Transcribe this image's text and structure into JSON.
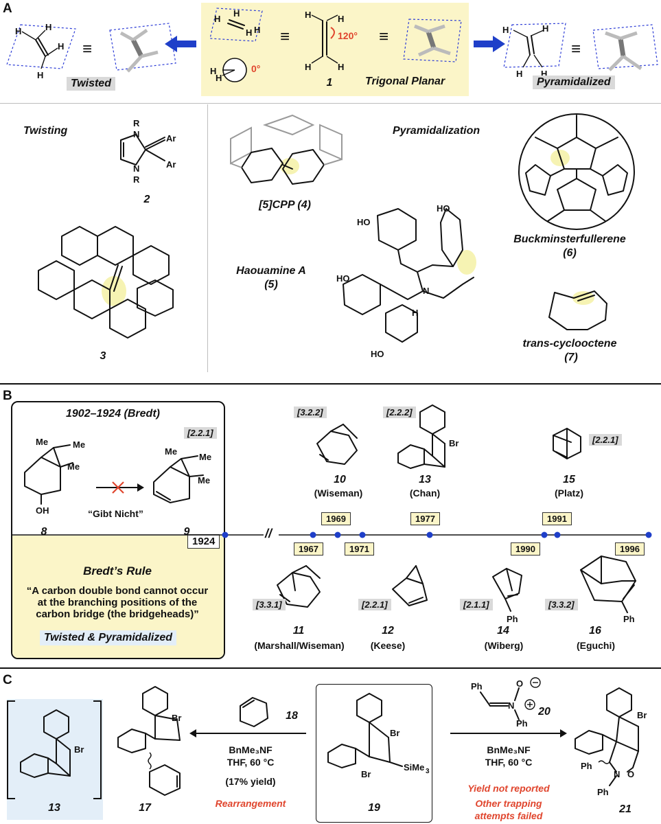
{
  "panelA": {
    "letter": "A",
    "twisted_label": "Twisted",
    "trigonal_label": "Trigonal Planar",
    "pyramidalized_label": "Pyramidalized",
    "angle_120": "120°",
    "angle_0": "0°",
    "compound_1": "1",
    "twisting_heading": "Twisting",
    "pyramidalization_heading": "Pyramidalization",
    "compound_2": "2",
    "compound_3": "3",
    "cpp_label": "[5]CPP (4)",
    "haouamine_label": "Haouamine A",
    "haouamine_num": "(5)",
    "buckminster_label": "Buckminsterfullerene",
    "buckminster_num": "(6)",
    "tco_label": "trans-cyclooctene",
    "tco_num": "(7)"
  },
  "panelB": {
    "letter": "B",
    "bredt_title": "1902–1924 (Bredt)",
    "gibt_nicht": "“Gibt Nicht”",
    "compound_8": "8",
    "compound_9": "9",
    "tag_9": "[2.2.1]",
    "year_1924": "1924",
    "rule_title": "Bredt’s Rule",
    "rule_quote": "“A carbon double bond cannot occur at the branching positions of the carbon bridge (the bridgeheads)”",
    "twisted_pyramidalized": "Twisted & Pyramidalized",
    "break_mark": "//",
    "top_compounds": [
      {
        "tag": "[3.2.2]",
        "num": "10",
        "author": "(Wiseman)"
      },
      {
        "tag": "[2.2.2]",
        "num": "13",
        "author": "(Chan)"
      },
      {
        "tag": "[2.2.1]",
        "num": "15",
        "author": "(Platz)"
      }
    ],
    "bottom_compounds": [
      {
        "tag": "[3.3.1]",
        "num": "11",
        "author": "(Marshall/Wiseman)"
      },
      {
        "tag": "[2.2.1]",
        "num": "12",
        "author": "(Keese)"
      },
      {
        "tag": "[2.1.1]",
        "num": "14",
        "author": "(Wiberg)"
      },
      {
        "tag": "[3.3.2]",
        "num": "16",
        "author": "(Eguchi)"
      }
    ],
    "years_top": [
      "1969",
      "1977",
      "1991"
    ],
    "years_bottom": [
      "1967",
      "1971",
      "1990",
      "1996"
    ]
  },
  "panelC": {
    "letter": "C",
    "compound_13": "13",
    "compound_17": "17",
    "compound_18": "18",
    "compound_19": "19",
    "compound_20": "20",
    "compound_21": "21",
    "reagent_left_1": "BnMe₃NF",
    "reagent_left_2": "THF, 60 °C",
    "yield_left": "(17% yield)",
    "rearrangement": "Rearrangement",
    "reagent_right_1": "BnMe₃NF",
    "reagent_right_2": "THF, 60 °C",
    "yield_right": "Yield not reported",
    "other_attempts_1": "Other trapping",
    "other_attempts_2": "attempts failed"
  },
  "colors": {
    "highlight_yellow": "#fbf5c8",
    "highlight_blue": "#e3eef8",
    "arrow_blue": "#1f3fc9",
    "red": "#e0452d"
  }
}
